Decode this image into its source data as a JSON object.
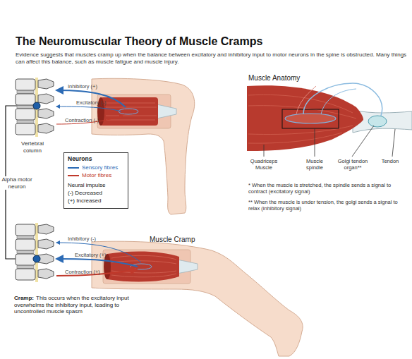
{
  "diagram": {
    "title": "The Neuromuscular Theory of Muscle Cramps",
    "nodes": [
      {
        "text": [
          "Neurons",
          "Neural impulse",
          "(-) Decreased",
          "(+) Increased"
        ]
      }
    ],
    "labels": [
      "Evidence suggests that muscles cramp up when the balance between excitatory and inhibitory input to motor neurons in the spine is obstructed. Many things can affect this balance, such as muscle fatigue and muscle injury.",
      "Inhibitory (+)",
      "Excitatory (-)",
      "Contraction (-)",
      "Vertebral column",
      "Alpha motor neuron",
      "Muscle Anatomy",
      "Quadriceps Muscle",
      "Muscle spindle",
      "Golgi tendon organ**",
      "Tendon",
      "* When the muscle is stretched, the spindle sends a signal to contract (excitatory signal)",
      "** When the muscle is under tension, the golgi sends a signal to relax (inhibitory signal)",
      "Inhibitory (-)",
      "Excitatory (+)",
      "Contraction (+)",
      "Muscle Cramp",
      "Cramp:",
      "This occurs when the excitatory input overwhelms the inhibitory input, leading to uncontrolled muscle spasm"
    ],
    "legend": [
      {
        "text": "Sensory fibres"
      },
      {
        "text": "Motor fibres"
      }
    ]
  }
}
